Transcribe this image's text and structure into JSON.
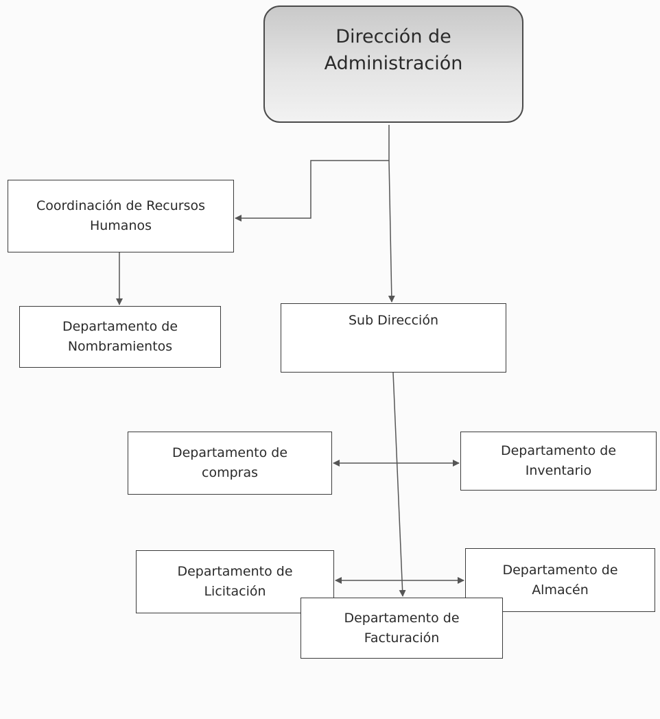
{
  "diagram": {
    "nodes": {
      "direccion": {
        "line1": "Dirección de",
        "line2": "Administración"
      },
      "rrhh": {
        "line1": "Coordinación de Recursos",
        "line2": "Humanos"
      },
      "nombramientos": {
        "line1": "Departamento de",
        "line2": "Nombramientos"
      },
      "subdireccion": {
        "line1": "Sub Dirección"
      },
      "compras": {
        "line1": "Departamento de",
        "line2": "compras"
      },
      "inventario": {
        "line1": "Departamento de",
        "line2": "Inventario"
      },
      "licitacion": {
        "line1": "Departamento de",
        "line2": "Licitación"
      },
      "almacen": {
        "line1": "Departamento de",
        "line2": "Almacén"
      },
      "facturacion": {
        "line1": "Departamento de",
        "line2": "Facturación"
      }
    },
    "edges": [
      {
        "from": "direccion",
        "to": "rrhh",
        "kind": "arrow"
      },
      {
        "from": "direccion",
        "to": "subdireccion",
        "kind": "arrow"
      },
      {
        "from": "rrhh",
        "to": "nombramientos",
        "kind": "arrow"
      },
      {
        "from": "subdireccion",
        "to": "facturacion",
        "kind": "arrow"
      },
      {
        "from": "compras",
        "to": "inventario",
        "kind": "double-arrow"
      },
      {
        "from": "licitacion",
        "to": "almacen",
        "kind": "double-arrow"
      }
    ],
    "colors": {
      "line": "#555555",
      "border": "#3a3a3a",
      "header_gradient_top": "#c9c9c9",
      "header_gradient_bottom": "#f2f2f2"
    }
  }
}
